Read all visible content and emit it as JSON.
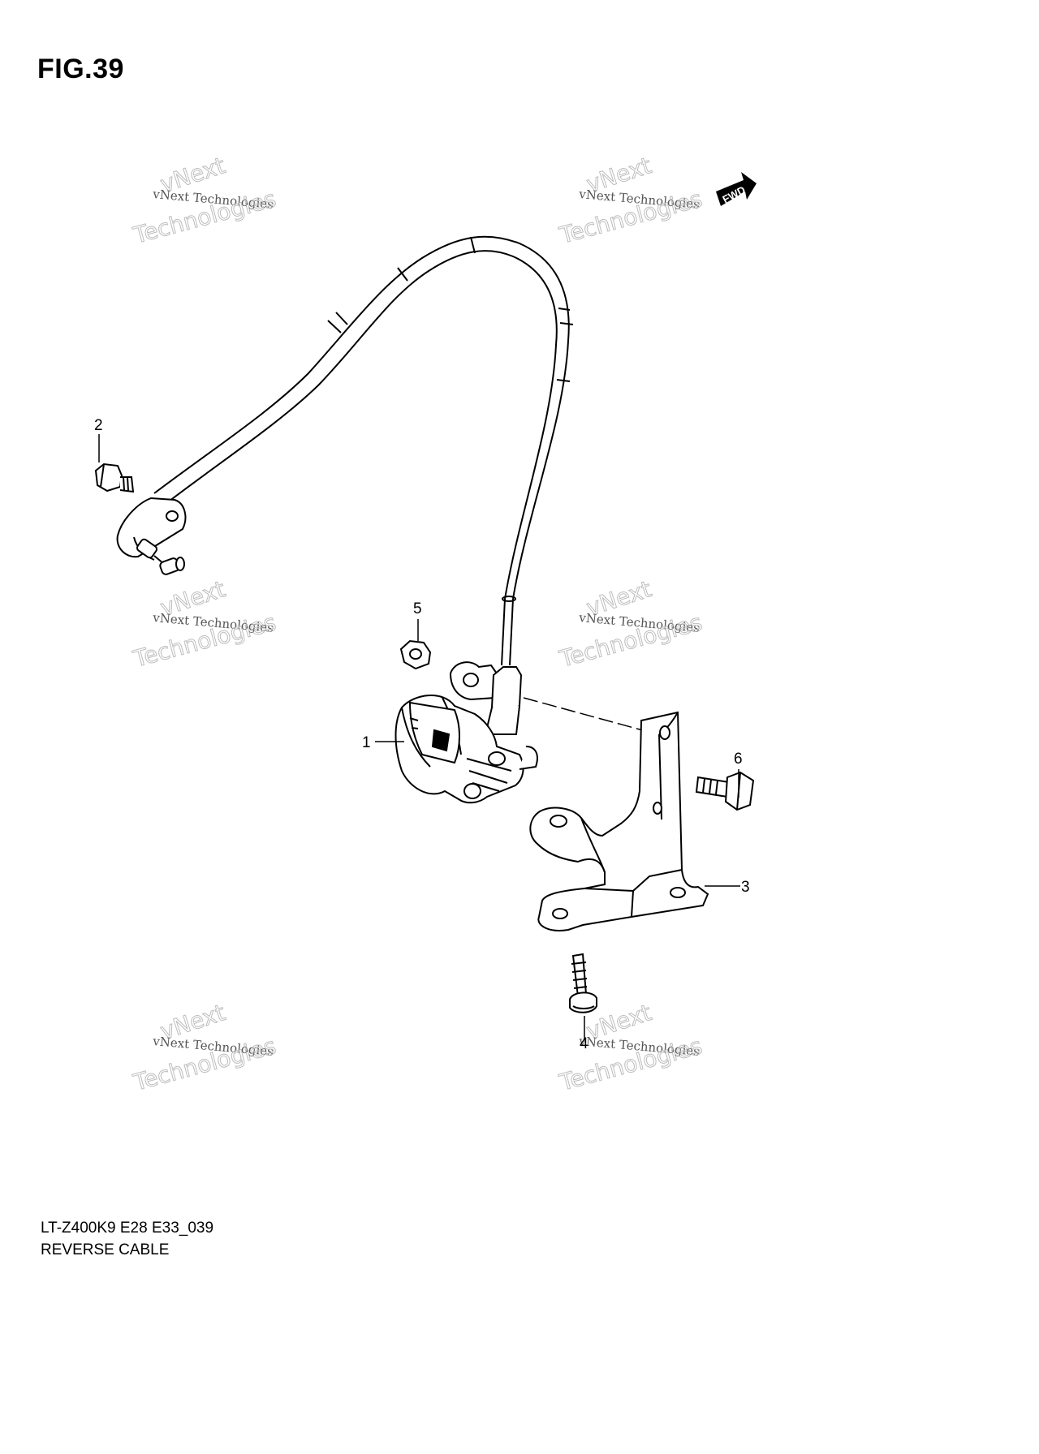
{
  "figure": {
    "title": "FIG.39"
  },
  "fwd_arrow": {
    "label": "FWD"
  },
  "parts": [
    {
      "number": "1"
    },
    {
      "number": "2"
    },
    {
      "number": "3"
    },
    {
      "number": "4"
    },
    {
      "number": "5"
    },
    {
      "number": "6"
    }
  ],
  "watermark": {
    "line1": "vNext",
    "line2": "vNext Technologies",
    "line3": "Technologies"
  },
  "footer": {
    "model_code": "LT-Z400K9 E28 E33_039",
    "section_name": "REVERSE CABLE"
  }
}
